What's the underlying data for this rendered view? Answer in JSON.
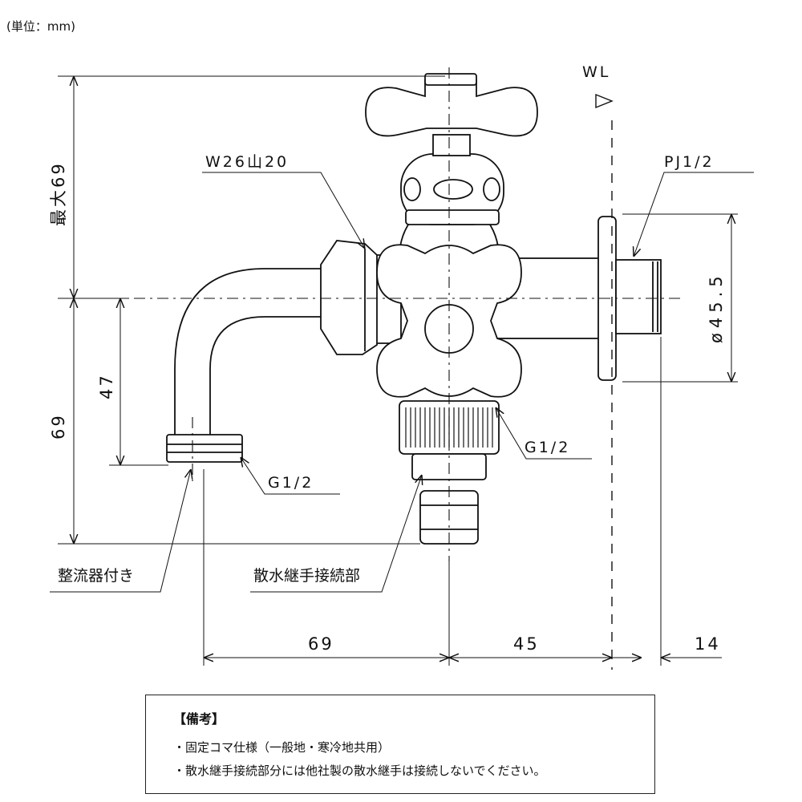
{
  "unit_label": "(単位：mm)",
  "labels": {
    "wl": "WL",
    "thread_w26": "W26山20",
    "thread_pj": "PJ1/2",
    "thread_g_spout": "G1/2",
    "thread_g_hose": "G1/2",
    "aerator": "整流器付き",
    "hose_connector": "散水継手接続部"
  },
  "dimensions": {
    "max_height": "最大69",
    "height_69": "69",
    "height_47": "47",
    "diameter": "ø45.5",
    "width_69": "69",
    "width_45": "45",
    "width_14": "14"
  },
  "notes": {
    "heading": "【備考】",
    "items": [
      "・固定コマ仕様（一般地・寒冷地共用）",
      "・散水継手接続部分には他社製の散水継手は接続しないでください。"
    ]
  }
}
